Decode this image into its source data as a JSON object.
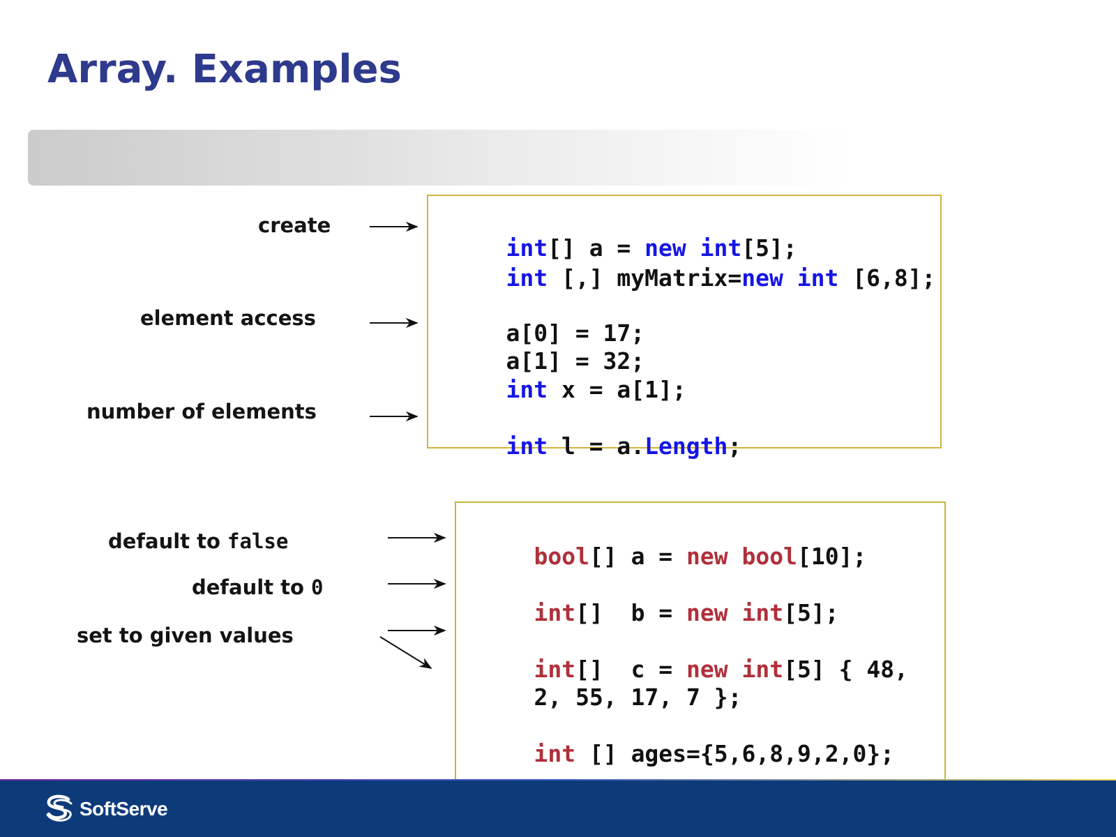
{
  "slide": {
    "title": "Array. Examples"
  },
  "labels": {
    "create": "create",
    "element_access": "element access",
    "number_of_elements": "number of elements",
    "default_false_prefix": "default to ",
    "default_false_code": "false",
    "default_zero_prefix": "default to ",
    "default_zero_code": "0",
    "set_values": "set to given values"
  },
  "code_top": [
    {
      "t1": "int",
      "t2": "[] a = ",
      "t3": "new",
      "t4": " ",
      "t5": "int",
      "t6": "[5];"
    },
    {
      "t1": "int",
      "t2": " [,] myMatrix=",
      "t3": "new",
      "t4": " ",
      "t5": "int",
      "t6": " [6,8];"
    },
    {
      "plain": "a[0] = 17;"
    },
    {
      "plain": "a[1] = 32;"
    },
    {
      "t1": "int",
      "t2": " x = a[1];"
    },
    {
      "t1": "int",
      "t2": " l = a.",
      "t3": "Length",
      "t4": ";"
    }
  ],
  "code_bottom": [
    {
      "t1": "bool",
      "t2": "[] a = ",
      "t3": "new",
      "t4": " ",
      "t5": "bool",
      "t6": "[10];"
    },
    {
      "t1": "int",
      "t2": "[]  b = ",
      "t3": "new",
      "t4": " ",
      "t5": "int",
      "t6": "[5];"
    },
    {
      "t1": "int",
      "t2": "[]  c = ",
      "t3": "new",
      "t4": " ",
      "t5": "int",
      "t6": "[5] { 48,"
    },
    {
      "plain": "2, 55, 17, 7 };"
    },
    {
      "t1": "int",
      "t2": " [] ages={5,6,8,9,2,0};"
    }
  ],
  "footer": {
    "brand": "SoftServe"
  },
  "colors": {
    "title": "#2e3a8c",
    "keyword_blue": "#1515e6",
    "keyword_red": "#b0303a",
    "box_border": "#d6b23c",
    "footer_bg": "#0d3b7a"
  }
}
